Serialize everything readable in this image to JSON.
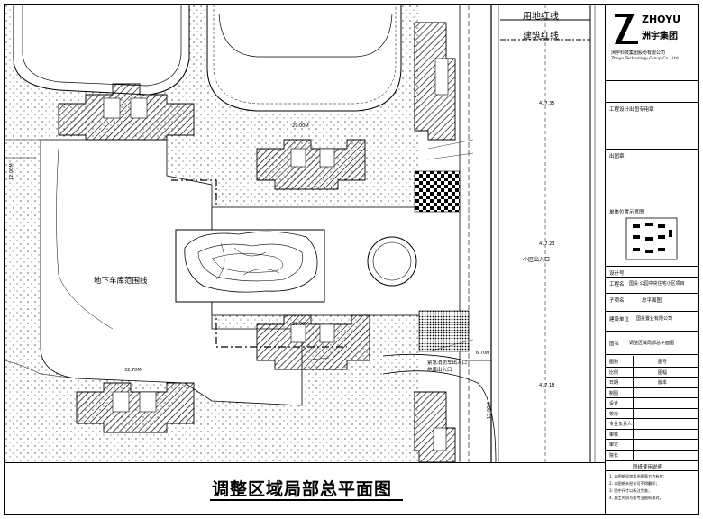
{
  "legend": {
    "land_line": "用地红线",
    "building_line": "建筑红线"
  },
  "plan_labels": {
    "garage_boundary": "地下车库范围线",
    "community_entrance": "小区出入口",
    "fire_entrance_line1": "紧急消防车出入口",
    "fire_entrance_line2": "地库出入口"
  },
  "dimensions": {
    "d1": "29.00M",
    "d2": "29.00M",
    "d3": "32.70M",
    "d4": "15.00M",
    "d5": "6.70M",
    "d6": "12.00M",
    "e1": "417.35",
    "e2": "417.23",
    "e3": "417.18"
  },
  "bottom_title": "调整区域局部总平面图",
  "titleblock": {
    "logo_text": "ZHOYU",
    "logo_cn": "洲宇集团",
    "company_line": "洲宇科技集团股份有限公司",
    "company_en": "Zhoyu Technology Group Co., Ltd.",
    "label_project_stamp": "工程设计出图专用章",
    "label_issue": "出图章",
    "label_keyplan": "单体位置示意图",
    "label_designer": "设计号",
    "label_project": "工程名",
    "label_subproject": "子项名",
    "label_client": "建设单位",
    "label_drawing": "图名",
    "value_project": "国投·公园中央住宅小区项目",
    "value_subproject": "总平面图",
    "value_client": "国投置业有限公司",
    "value_drawing": "调整区域局部总平面图",
    "row_headers": [
      "图别",
      "比例",
      "日期",
      "制图",
      "设计",
      "校对",
      "专业负责人",
      "审核",
      "审定",
      "院长"
    ],
    "row_values": [
      "图号",
      "图幅",
      "版本",
      "",
      ""
    ],
    "footer_title": "图纸使用说明",
    "footer_notes": [
      "1. 本图纸须加盖出图章方为有效；",
      "2. 本图纸未经许可不得翻印；",
      "3. 图中尺寸以标注为准；",
      "4. 施工时须与各专业图纸核对。"
    ]
  }
}
